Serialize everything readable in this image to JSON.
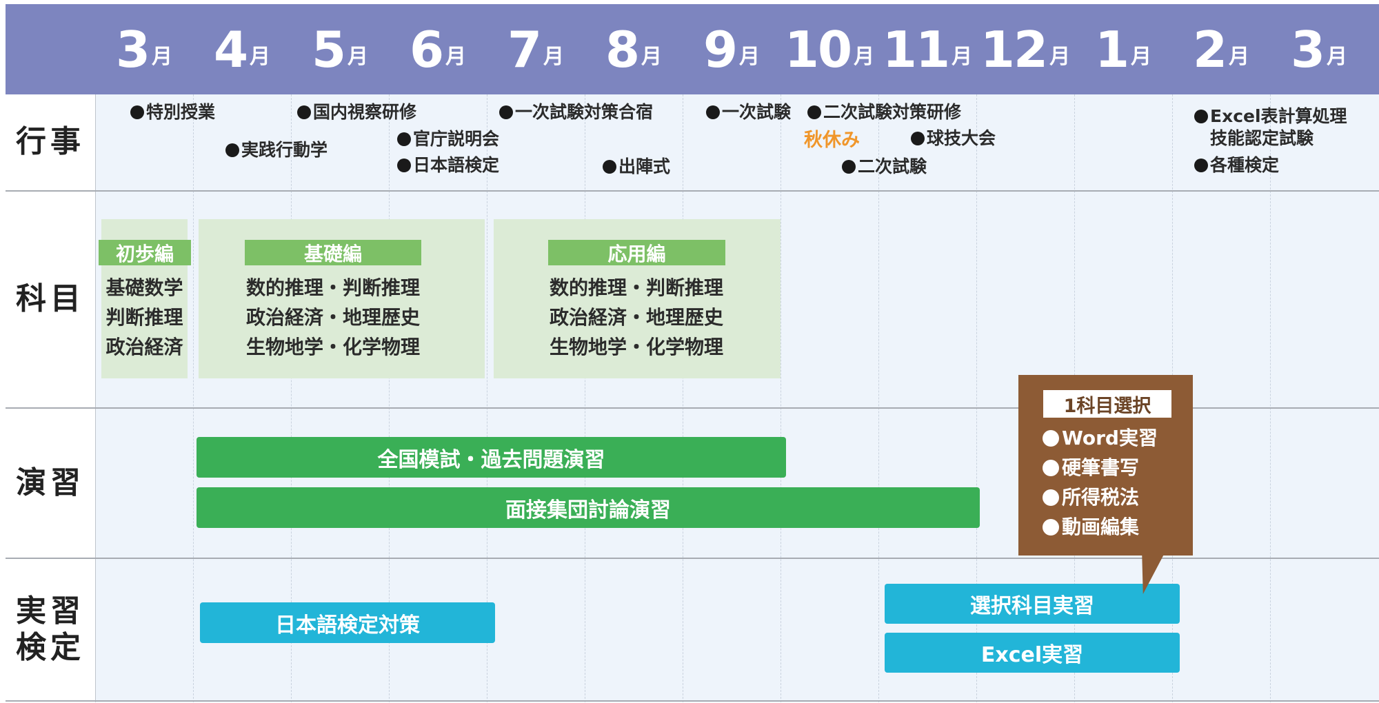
{
  "months": [
    {
      "num": "3",
      "unit": "月"
    },
    {
      "num": "4",
      "unit": "月"
    },
    {
      "num": "5",
      "unit": "月"
    },
    {
      "num": "6",
      "unit": "月"
    },
    {
      "num": "7",
      "unit": "月"
    },
    {
      "num": "8",
      "unit": "月"
    },
    {
      "num": "9",
      "unit": "月"
    },
    {
      "num": "10",
      "unit": "月"
    },
    {
      "num": "11",
      "unit": "月"
    },
    {
      "num": "12",
      "unit": "月"
    },
    {
      "num": "1",
      "unit": "月"
    },
    {
      "num": "2",
      "unit": "月"
    },
    {
      "num": "3",
      "unit": "月"
    }
  ],
  "rows": {
    "events": "行事",
    "subjects": "科目",
    "exercises": "演習",
    "practice_line1": "実習",
    "practice_line2": "検定"
  },
  "events": {
    "special_class": "特別授業",
    "practical_behavior": "実践行動学",
    "domestic_trip": "国内視察研修",
    "gov_briefing": "官庁説明会",
    "japanese_test": "日本語検定",
    "first_exam_camp": "一次試験対策合宿",
    "send_off": "出陣式",
    "first_exam": "一次試験",
    "second_exam_training": "二次試験対策研修",
    "autumn_break": "秋休み",
    "ball_games": "球技大会",
    "second_exam": "二次試験",
    "excel_cert_line1": "Excel表計算処理",
    "excel_cert_line2": "技能認定試験",
    "various_tests": "各種検定"
  },
  "subjects": {
    "beginner": {
      "title": "初歩編",
      "lines": [
        "基礎数学",
        "判断推理",
        "政治経済"
      ]
    },
    "basic": {
      "title": "基礎編",
      "lines": [
        "数的推理・判断推理",
        "政治経済・地理歴史",
        "生物地学・化学物理"
      ]
    },
    "applied": {
      "title": "応用編",
      "lines": [
        "数的推理・判断推理",
        "政治経済・地理歴史",
        "生物地学・化学物理"
      ]
    }
  },
  "bars": {
    "mock_exam": "全国模試・過去問題演習",
    "interview": "面接集団討論演習",
    "japanese_prep": "日本語検定対策",
    "elective_practice": "選択科目実習",
    "excel_practice": "Excel実習"
  },
  "callout": {
    "title": "1科目選択",
    "items": [
      "Word実習",
      "硬筆書写",
      "所得税法",
      "動画編集"
    ]
  },
  "colors": {
    "header": "#7d85bf",
    "grid_bg": "#eef4fb",
    "subject_block": "#dcebd6",
    "subject_title": "#7dc066",
    "bar_green": "#3aaf56",
    "bar_cyan": "#22b5d8",
    "callout": "#8d5b35",
    "autumn_text": "#f0962a"
  }
}
